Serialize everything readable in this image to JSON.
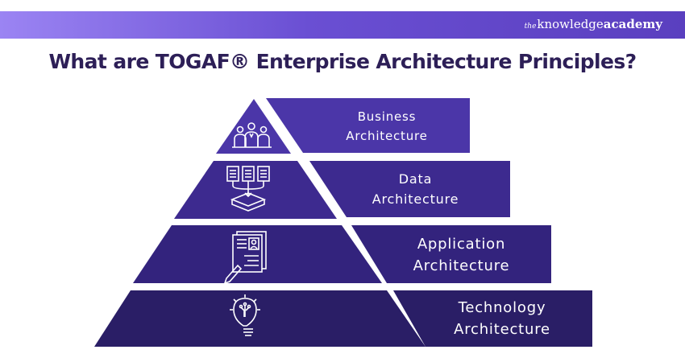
{
  "brand": {
    "prefix": "the",
    "word": "knowledge",
    "bold": "academy"
  },
  "title": "What are TOGAF® Enterprise Architecture Principles?",
  "levels": [
    {
      "line1": "Business",
      "line2": "Architecture",
      "icon": "team-icon",
      "color": "#4b36a8"
    },
    {
      "line1": "Data",
      "line2": "Architecture",
      "icon": "documents-database-icon",
      "color": "#3d2a8f"
    },
    {
      "line1": "Application",
      "line2": "Architecture",
      "icon": "application-form-icon",
      "color": "#33237d"
    },
    {
      "line1": "Technology",
      "line2": "Architecture",
      "icon": "lightbulb-circuit-icon",
      "color": "#2a1e66"
    }
  ]
}
